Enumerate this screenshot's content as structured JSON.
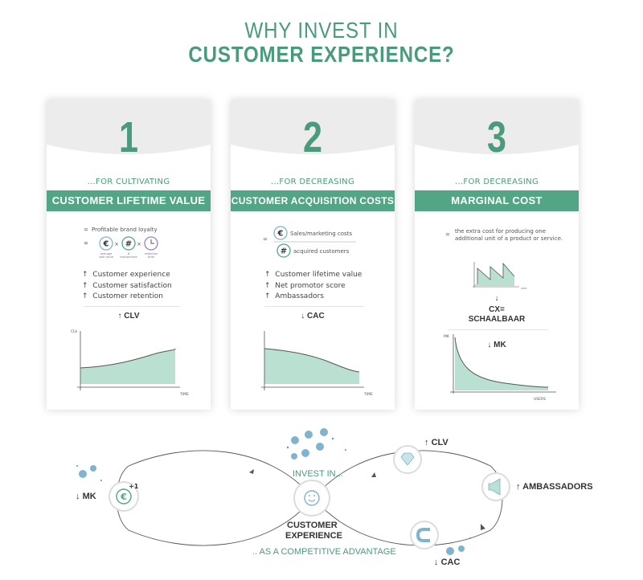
{
  "header": {
    "line1": "WHY INVEST IN",
    "line2": "CUSTOMER EXPERIENCE?"
  },
  "cards": [
    {
      "number": "1",
      "subtitle": "...FOR CULTIVATING",
      "band": "CUSTOMER LIFETIME VALUE",
      "formula_label": "Profitable brand loyalty",
      "formula_items": [
        "average sale value",
        "# transactions",
        "retention time"
      ],
      "list": [
        "Customer experience",
        "Customer satisfaction",
        "Customer retention"
      ],
      "result": "CLV",
      "chart": {
        "ylabel": "CLV",
        "xlabel": "TIME"
      }
    },
    {
      "number": "2",
      "subtitle": "...FOR DECREASING",
      "band": "CUSTOMER ACQUISITION COSTS",
      "numerator": "Sales/marketing costs",
      "denominator": "acquired customers",
      "list": [
        "Customer lifetime value",
        "Net promotor score",
        "Ambassadors"
      ],
      "result": "CAC",
      "chart": {
        "xlabel": "TIME"
      }
    },
    {
      "number": "3",
      "subtitle": "...FOR DECREASING",
      "band": "MARGINAL COST",
      "definition": "the extra cost for producing one additional unit of a product or service.",
      "mini_label": "cost",
      "cx_line1": "CX=",
      "cx_line2": "SCHAALBAAR",
      "result": "MK",
      "chart": {
        "ylabel": "MK",
        "xlabel": "USERS"
      }
    }
  ],
  "loop": {
    "center_caption": "INVEST IN...",
    "center_line1": "CUSTOMER",
    "center_line2": "EXPERIENCE",
    "tagline": ".. AS A COMPETITIVE ADVANTAGE",
    "nodes": {
      "clv": "CLV",
      "ambassadors": "AMBASSADORS",
      "cac": "CAC",
      "mk": "MK"
    },
    "mk_badge": "+1"
  },
  "symbols": {
    "up": "↑",
    "down": "↓",
    "equals": "=",
    "times": "×",
    "euro": "€",
    "hash": "#"
  },
  "colors": {
    "accent": "#4a9a7c",
    "band": "#52a585",
    "coin": "#7fb3cf",
    "fill": "#b9e0d0"
  }
}
